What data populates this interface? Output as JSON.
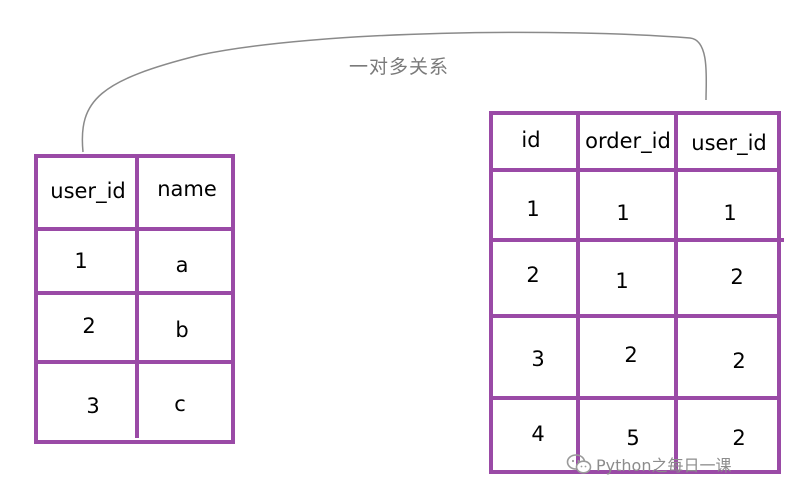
{
  "relation": {
    "label": "一对多关系"
  },
  "tables": {
    "users": {
      "headers": [
        "user_id",
        "name"
      ],
      "rows": [
        [
          "1",
          "a"
        ],
        [
          "2",
          "b"
        ],
        [
          "3",
          "c"
        ]
      ]
    },
    "orders": {
      "headers": [
        "id",
        "order_id",
        "user_id"
      ],
      "rows": [
        [
          "1",
          "1",
          "1"
        ],
        [
          "2",
          "1",
          "2"
        ],
        [
          "3",
          "2",
          "2"
        ],
        [
          "4",
          "5",
          "2"
        ]
      ]
    }
  },
  "watermark": {
    "icon": "wechat-icon",
    "text": "Python之每日一课"
  },
  "colors": {
    "grid": "#9a4aa6",
    "curve": "#8a8a8a",
    "text": "#000000"
  }
}
